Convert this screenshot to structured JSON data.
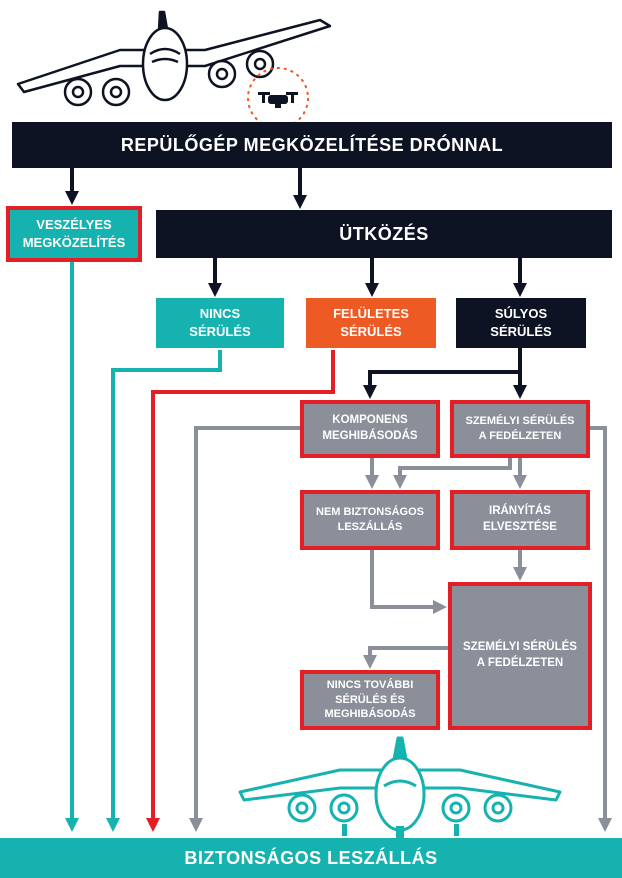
{
  "colors": {
    "navy": "#0d1322",
    "teal": "#16b2b0",
    "orange": "#ee5a24",
    "gray": "#8a8f99",
    "red": "#e31e24"
  },
  "icons": [
    "airplane-top-icon",
    "drone-icon",
    "airplane-bottom-icon"
  ],
  "header": "REPÜLŐGÉP MEGKÖZELÍTÉSE DRÓNNAL",
  "dangerous": "VESZÉLYES\nMEGKÖZELÍTÉS",
  "collision": "ÜTKÖZÉS",
  "severity": {
    "none": "NINCS\nSÉRÜLÉS",
    "surface": "FELÜLETES\nSÉRÜLÉS",
    "severe": "SÚLYOS\nSÉRÜLÉS"
  },
  "component_failure": "KOMPONENS\nMEGHIBÁSODÁS",
  "injury_onboard_1": "SZEMÉLYI SÉRÜLÉS\nA FEDÉLZETEN",
  "unsafe_landing": "NEM BIZTONSÁGOS\nLESZÁLLÁS",
  "loss_of_control": "IRÁNYÍTÁS\nELVESZTÉSE",
  "injury_onboard_2": "SZEMÉLYI SÉRÜLÉS\nA FEDÉLZETEN",
  "no_further": "NINCS TOVÁBBI\nSÉRÜLÉS ÉS\nMEGHIBÁSODÁS",
  "footer": "BIZTONSÁGOS LESZÁLLÁS"
}
